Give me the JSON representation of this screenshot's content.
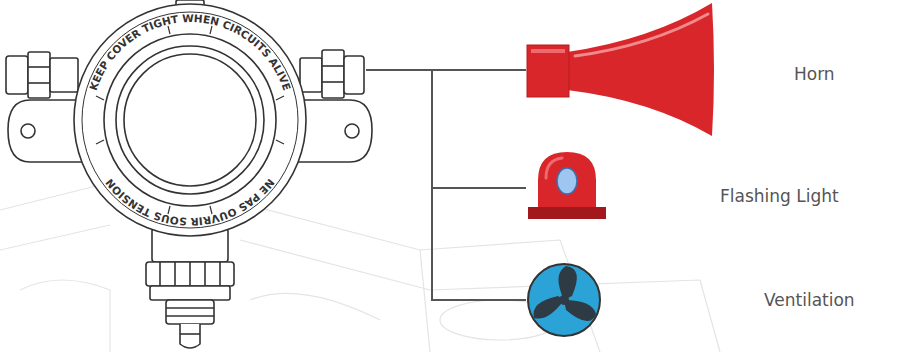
{
  "diagram": {
    "nodes": [
      {
        "text": [
          "KEEP COVER TIGHT WHEN CIRCUITS ALIVE",
          "NE PAS OUVRIR SOUS TENSION"
        ]
      },
      {
        "text": [
          "Horn"
        ]
      },
      {
        "text": [
          "Flashing Light"
        ]
      },
      {
        "text": [
          "Ventilation"
        ]
      }
    ],
    "edges": [
      {
        "from": 0,
        "to": 1,
        "arrow": "none"
      },
      {
        "from": 0,
        "to": 2,
        "arrow": "none"
      },
      {
        "from": 0,
        "to": 3,
        "arrow": "none"
      }
    ]
  }
}
